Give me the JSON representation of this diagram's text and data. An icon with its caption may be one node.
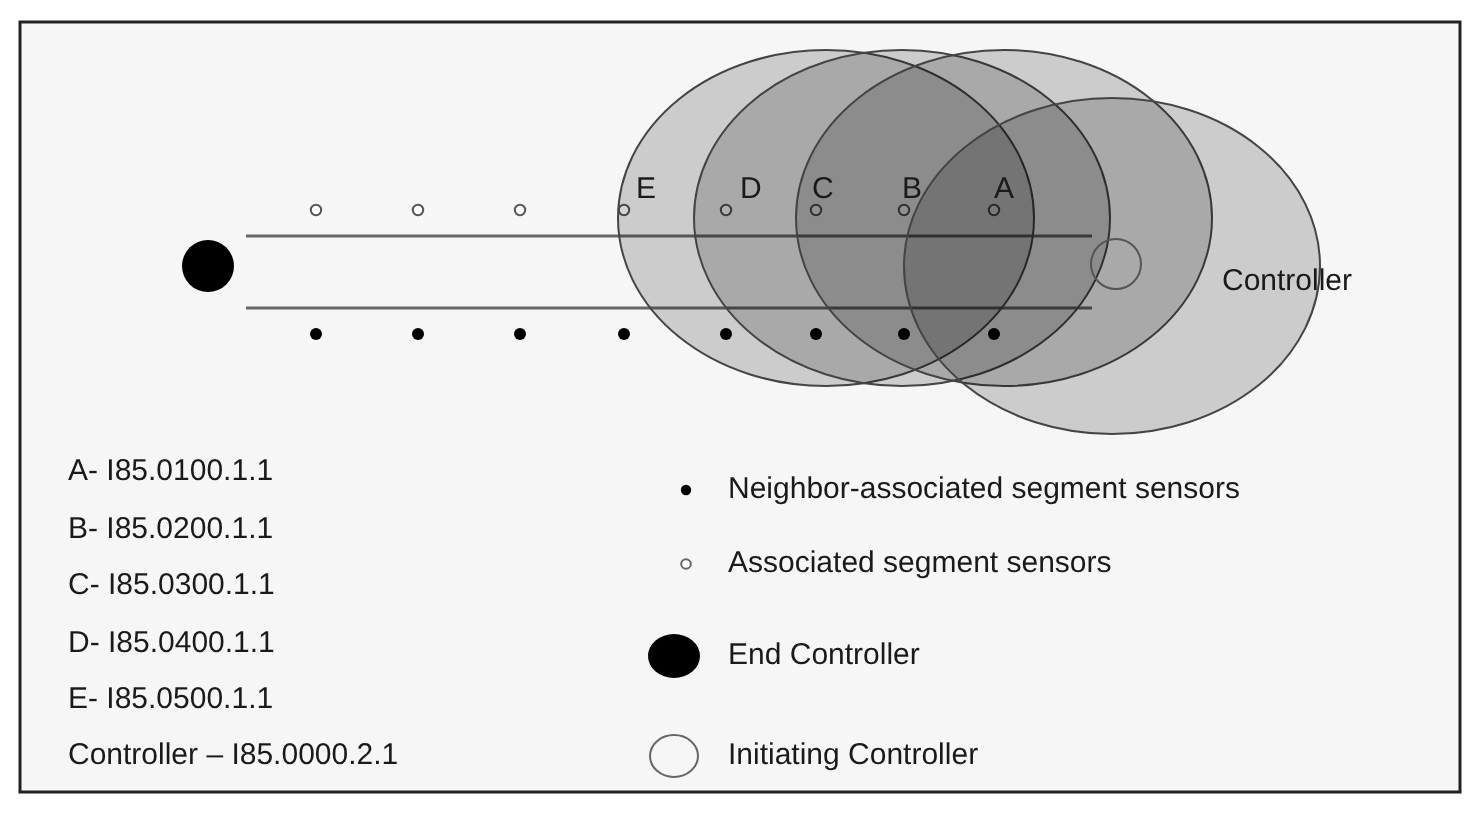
{
  "diagram": {
    "labels": [
      "E",
      "D",
      "C",
      "B",
      "A",
      "Controller",
      "A- I85.0100.1.1",
      "B- I85.0200.1.1",
      "C- I85.0300.1.1",
      "D- I85.0400.1.1",
      "E- I85.0500.1.1",
      "Controller – I85.0000.2.1"
    ],
    "legend": [
      {
        "text": "Neighbor-associated segment sensors"
      },
      {
        "text": "Associated segment sensors"
      },
      {
        "text": "End Controller"
      },
      {
        "text": "Initiating Controller"
      }
    ]
  }
}
